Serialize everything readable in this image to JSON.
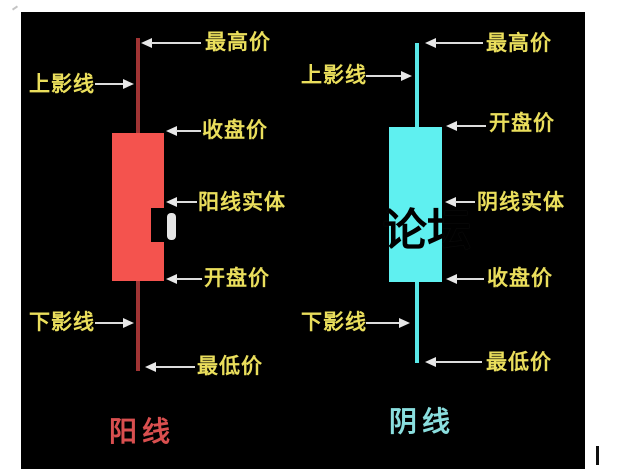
{
  "diagram": {
    "background_color": "#000000",
    "label_color": "#eade5c",
    "arrow_color": "#e8e8e8",
    "watermark_visible_text": "论坛",
    "yang": {
      "title": "阳线",
      "title_color": "#d94f4f",
      "body_color": "#f4534e",
      "wick_color": "#a03434",
      "labels": {
        "high": "最高价",
        "upper_shadow": "上影线",
        "close": "收盘价",
        "body": "阳线实体",
        "open": "开盘价",
        "lower_shadow": "下影线",
        "low": "最低价"
      }
    },
    "yin": {
      "title": "阴线",
      "title_color": "#8adede",
      "body_color": "#5ff0f0",
      "wick_color": "#59e8e8",
      "labels": {
        "high": "最高价",
        "upper_shadow": "上影线",
        "open": "开盘价",
        "body": "阴线实体",
        "close": "收盘价",
        "lower_shadow": "下影线",
        "low": "最低价"
      }
    }
  }
}
